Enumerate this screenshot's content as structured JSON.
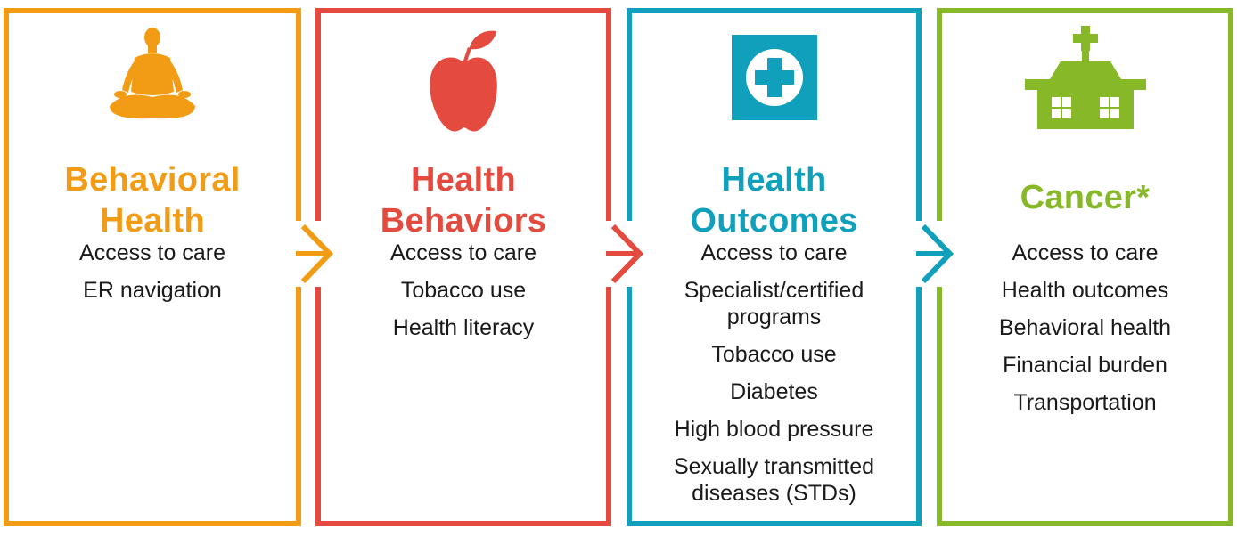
{
  "colors": {
    "behavioral_health": "#f29c15",
    "health_behaviors": "#e44a3d",
    "health_outcomes": "#11a0bc",
    "cancer": "#86b828"
  },
  "panels": [
    {
      "title_lines": [
        "Behavioral",
        "Health"
      ],
      "icon": "meditation-icon",
      "items": [
        "Access to care",
        "ER navigation"
      ]
    },
    {
      "title_lines": [
        "Health",
        "Behaviors"
      ],
      "icon": "apple-icon",
      "items": [
        "Access to care",
        "Tobacco use",
        "Health literacy"
      ]
    },
    {
      "title_lines": [
        "Health",
        "Outcomes"
      ],
      "icon": "medical-cross-icon",
      "items": [
        "Access to care",
        "Specialist/certified programs",
        "Tobacco use",
        "Diabetes",
        "High blood pressure",
        "Sexually transmitted diseases (STDs)"
      ]
    },
    {
      "title_lines": [
        "Cancer*"
      ],
      "icon": "hospital-icon",
      "items": [
        "Access to care",
        "Health outcomes",
        "Behavioral health",
        "Financial burden",
        "Transportation"
      ]
    }
  ],
  "connectors": [
    "arrow-right-icon",
    "arrow-right-icon",
    "arrow-right-icon"
  ]
}
